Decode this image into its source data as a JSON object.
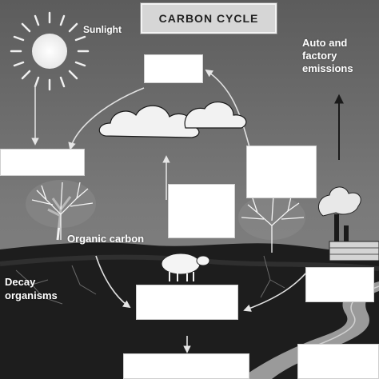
{
  "title": "CARBON CYCLE",
  "labels": {
    "sunlight": "Sunlight",
    "emissions": "Auto and factory emissions",
    "organic_carbon": "Organic carbon",
    "decay": "Decay organisms"
  },
  "answer_boxes": [
    "",
    "",
    "",
    "",
    "",
    "",
    "",
    ""
  ]
}
